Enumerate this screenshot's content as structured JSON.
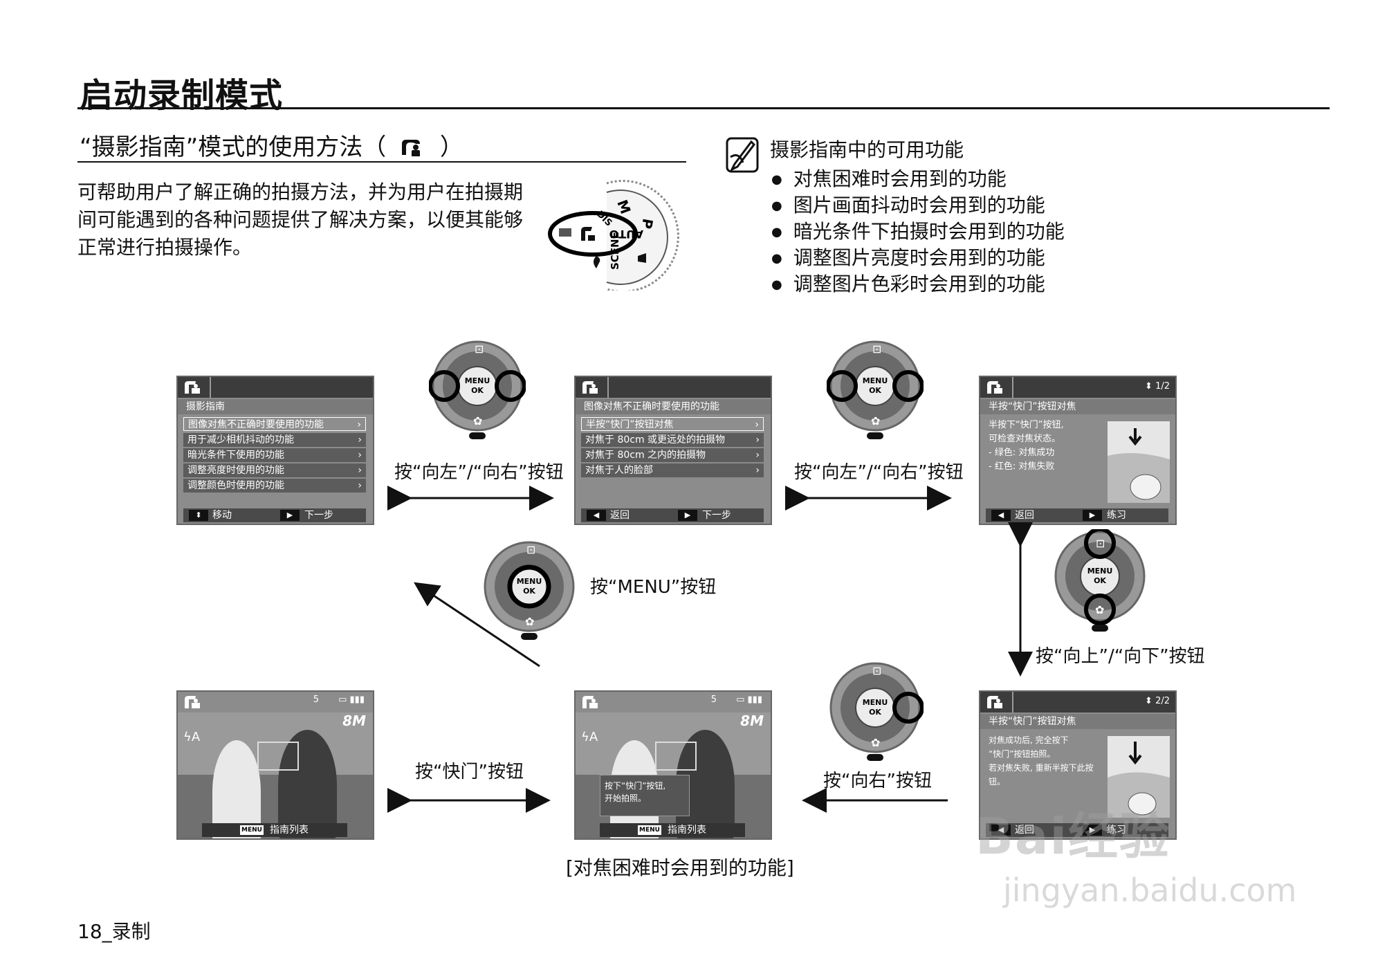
{
  "header": {
    "title": "启动录制模式"
  },
  "section": {
    "title": "“摄影指南”模式的使用方法（",
    "title_end": "）"
  },
  "intro": "可帮助用户了解正确的拍摄方法，并为用户在拍摄期间可能遇到的各种问题提供了解决方案，以便其能够正常进行拍摄操作。",
  "dial": {
    "labels": [
      "M",
      "P",
      "AUTO",
      "SCENE",
      "DIS"
    ]
  },
  "note": {
    "title": "摄影指南中的可用功能",
    "items": [
      "对焦困难时会用到的功能",
      "图片画面抖动时会用到的功能",
      "暗光条件下拍摄时会用到的功能",
      "调整图片亮度时会用到的功能",
      "调整图片色彩时会用到的功能"
    ]
  },
  "screens": {
    "s1": {
      "header": "摄影指南",
      "rows": [
        "图像对焦不正确时要使用的功能",
        "用于减少相机抖动的功能",
        "暗光条件下使用的功能",
        "调整亮度时使用的功能",
        "调整颜色时使用的功能"
      ],
      "foot_left": "移动",
      "foot_right": "下一步"
    },
    "s2": {
      "header": "图像对焦不正确时要使用的功能",
      "rows": [
        "半按“快门”按钮对焦",
        "对焦于 80cm 或更远处的拍摄物",
        "对焦于 80cm 之内的拍摄物",
        "对焦于人的脸部"
      ],
      "foot_left": "返回",
      "foot_right": "下一步"
    },
    "s3": {
      "page": "1/2",
      "header": "半按“快门”按钮对焦",
      "lines": [
        "半按下“快门”按钮,",
        "可检查对焦状态。",
        "- 绿色: 对焦成功",
        "- 红色: 对焦失败"
      ],
      "foot_left": "返回",
      "foot_right": "练习"
    },
    "s4": {
      "page": "2/2",
      "header": "半按“快门”按钮对焦",
      "lines": [
        "对焦成功后, 完全按下",
        "“快门”按钮拍照。",
        "若对焦失败, 重新半按下此按钮。"
      ],
      "foot_left": "返回",
      "foot_right": "练习"
    },
    "s5": {
      "count": "5",
      "res": "8M",
      "menu": "MENU",
      "menu_label": "指南列表",
      "tip": [
        "按下“快门”按钮,",
        "开始拍照。"
      ]
    },
    "s6": {
      "count": "5",
      "res": "8M",
      "menu": "MENU",
      "menu_label": "指南列表"
    }
  },
  "pad": {
    "menu": "MENU",
    "ok": "OK"
  },
  "steps": {
    "lr1": "按“向左”/“向右”按钮",
    "lr2": "按“向左”/“向右”按钮",
    "menu": "按“MENU”按钮",
    "updown": "按“向上”/“向下”按钮",
    "right": "按“向右”按钮",
    "shutter": "按“快门”按钮"
  },
  "caption": "[对焦困难时会用到的功能]",
  "footer": "18_录制",
  "watermark": {
    "main": "Bai经验",
    "sub": "jingyan.baidu.com"
  }
}
